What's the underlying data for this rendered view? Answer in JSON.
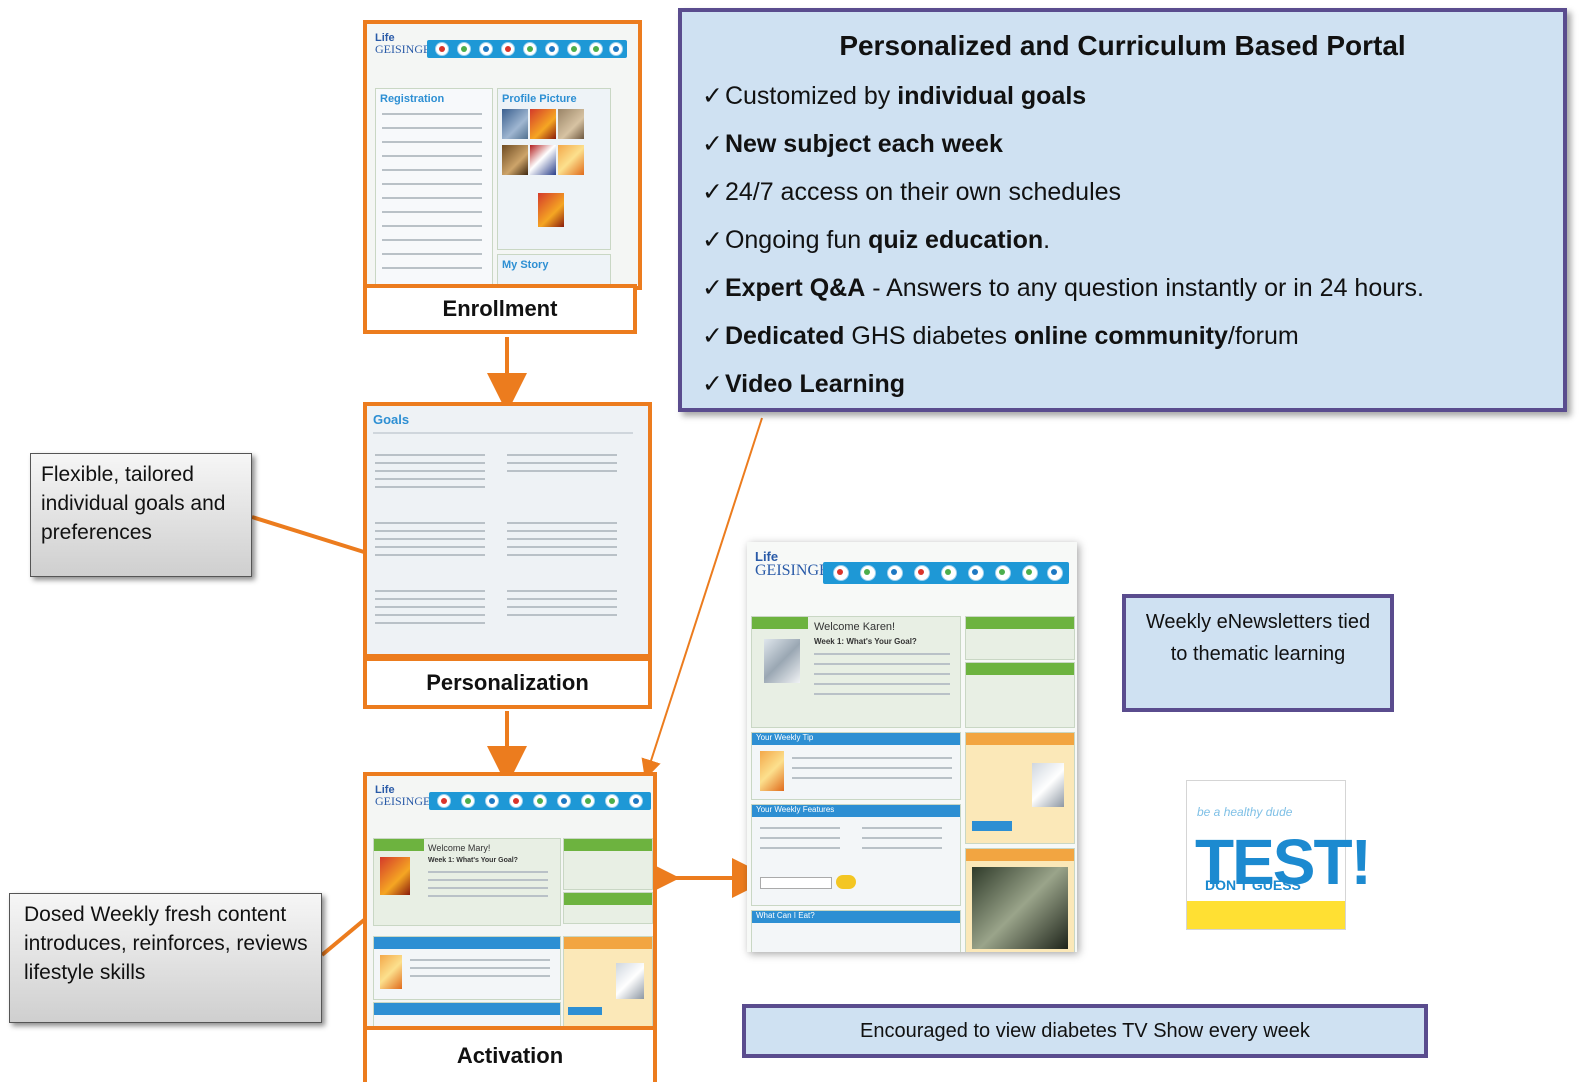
{
  "portal": {
    "title": "Personalized and Curriculum Based Portal",
    "check": "✓",
    "bullets": [
      {
        "pre": "Customized by ",
        "bold": "individual goals",
        "post": ""
      },
      {
        "pre": "",
        "bold": "New subject each week",
        "post": ""
      },
      {
        "pre": "24/7 access on their own schedules",
        "bold": "",
        "post": ""
      },
      {
        "pre": "Ongoing fun ",
        "bold": "quiz education",
        "post": "."
      },
      {
        "pre": "",
        "bold": "Expert Q&A",
        "post": " - Answers to any question instantly or in 24 hours."
      },
      {
        "pre": "",
        "bold": "Dedicated",
        "post": " GHS diabetes ",
        "bold2": "online community",
        "post2": "/forum"
      },
      {
        "pre": "",
        "bold": "Video Learning",
        "post": ""
      }
    ]
  },
  "stages": {
    "enrollment": "Enrollment",
    "personalization": "Personalization",
    "activation": "Activation"
  },
  "callouts": {
    "goals": "Flexible, tailored individual goals and preferences",
    "content": "Dosed Weekly fresh content introduces, reinforces, reviews lifestyle skills",
    "newsletters": "Weekly eNewsletters tied to thematic learning",
    "tv": "Encouraged to view diabetes TV Show every week"
  },
  "screens": {
    "logo_top": "Life",
    "logo_bottom": "GEISINGER",
    "registration_heading": "Registration",
    "profile_heading": "Profile Picture",
    "story_heading": "My Story",
    "goals_heading": "Goals",
    "welcome_mary": "Welcome Mary!",
    "welcome_karen": "Welcome Karen!",
    "week_title": "Week 1: What's Your Goal?",
    "weekly_tip": "Your Weekly Tip",
    "weekly_features": "Your Weekly Features",
    "what_can_i_eat": "What Can I Eat?"
  },
  "badge": {
    "healthy": "be a healthy dude",
    "test": "TEST!",
    "dont_guess": "DON'T GUESS"
  },
  "colors": {
    "orange": "#ec7c1e",
    "purple_border": "#5a4c8e",
    "light_blue": "#cfe1f2",
    "portal_blue": "#1e98d6"
  }
}
